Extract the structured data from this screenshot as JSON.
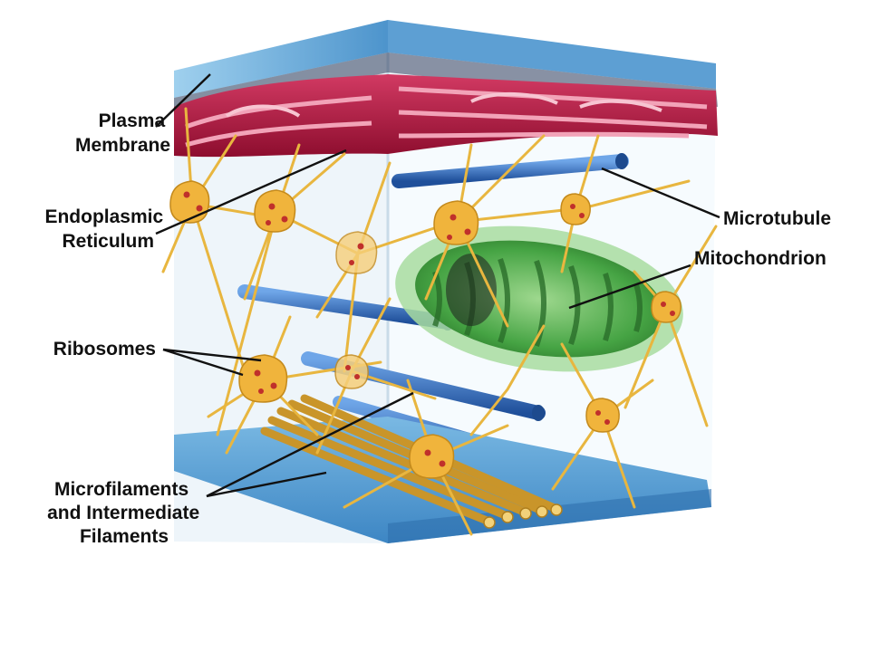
{
  "labels": {
    "plasma_membrane": [
      "Plasma",
      "Membrane"
    ],
    "endoplasmic_reticulum": [
      "Endoplasmic",
      "Reticulum"
    ],
    "ribosomes": [
      "Ribosomes"
    ],
    "microfilaments": [
      "Microfilaments",
      "and Intermediate",
      "Filaments"
    ],
    "microtubule": [
      "Microtubule"
    ],
    "mitochondrion": [
      "Mitochondrion"
    ]
  },
  "colors": {
    "membrane_blue": "#5fa6d6",
    "er_red": "#b0123a",
    "filament_gold": "#e9b940",
    "microtubule_blue": "#2f6fc0",
    "mitochondrion_green": "#3f9e3a",
    "ribosome_red": "#c0302b"
  }
}
